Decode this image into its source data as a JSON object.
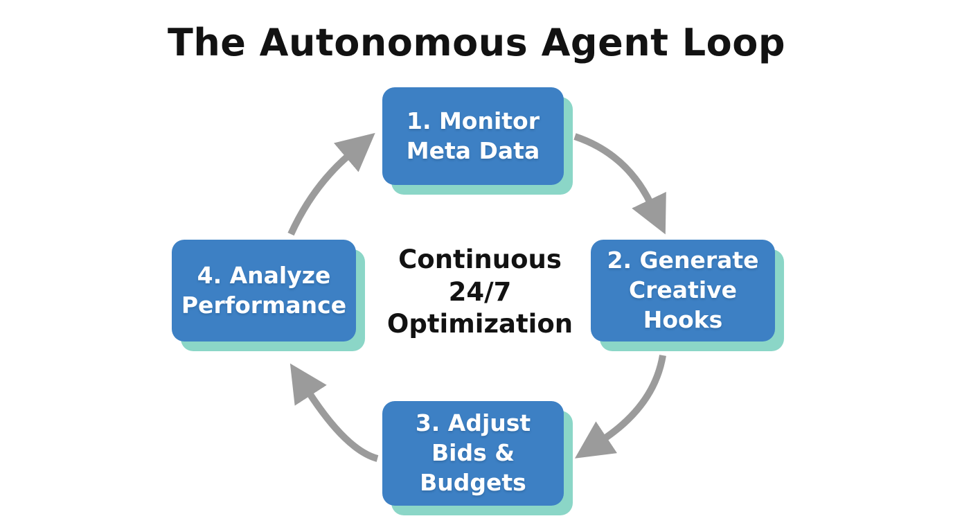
{
  "title": "The Autonomous Agent Loop",
  "center_caption": "Continuous\n24/7\nOptimization",
  "steps": [
    {
      "label": "1. Monitor\nMeta Data"
    },
    {
      "label": "2. Generate\nCreative\nHooks"
    },
    {
      "label": "3. Adjust\nBids &\nBudgets"
    },
    {
      "label": "4. Analyze\nPerformance"
    }
  ],
  "colors": {
    "background": "#ffffff",
    "box_fill": "#3d80c4",
    "box_shadow": "#8bd6c7",
    "box_text": "#ffffff",
    "heading_text": "#121212",
    "arrow": "#9b9b9b"
  }
}
